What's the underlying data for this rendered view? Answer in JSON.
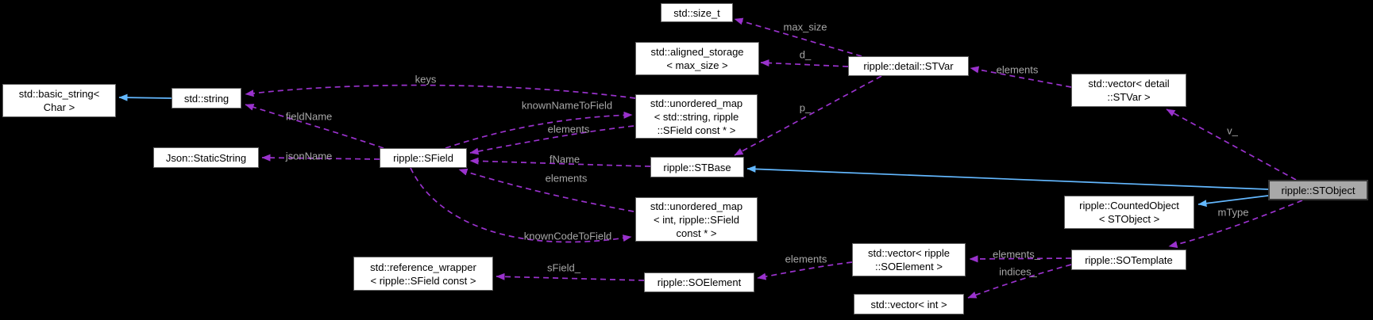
{
  "diagram": {
    "type": "doxygen-collaboration-graph",
    "main_class": "ripple::STObject",
    "colors": {
      "background": "#000000",
      "node_fill": "#ffffff",
      "node_border": "#606060",
      "node_text": "#000000",
      "main_node_fill": "#a8a8a8",
      "main_node_border": "#383838",
      "usage_edge": "#9a32cd",
      "inheritance_edge": "#63b8ff",
      "edge_label_color": "#a7a7a7"
    },
    "nodes": {
      "size_t": {
        "label": "std::size_t"
      },
      "aligned_storage": {
        "label": "std::aligned_storage\n< max_size >"
      },
      "stvar": {
        "label": "ripple::detail::STVar"
      },
      "vector_stvar": {
        "label": "std::vector< detail\n::STVar >"
      },
      "basic_string": {
        "label": "std::basic_string<\nChar >"
      },
      "string": {
        "label": "std::string"
      },
      "map_string": {
        "label": "std::unordered_map\n< std::string, ripple\n::SField const * >"
      },
      "static_string": {
        "label": "Json::StaticString"
      },
      "sfield": {
        "label": "ripple::SField"
      },
      "stbase": {
        "label": "ripple::STBase"
      },
      "stobject": {
        "label": "ripple::STObject"
      },
      "counted_object": {
        "label": "ripple::CountedObject\n< STObject >"
      },
      "map_int": {
        "label": "std::unordered_map\n< int, ripple::SField\nconst * >"
      },
      "sotemplate": {
        "label": "ripple::SOTemplate"
      },
      "vector_soelement": {
        "label": "std::vector< ripple\n::SOElement >"
      },
      "soelement": {
        "label": "ripple::SOElement"
      },
      "ref_wrapper": {
        "label": "std::reference_wrapper\n< ripple::SField const >"
      },
      "vector_int": {
        "label": "std::vector< int >"
      }
    },
    "edge_labels": {
      "max_size": "max_size",
      "d": "d_",
      "elements_stvar": "elements",
      "v": "v_",
      "p": "p_",
      "keys": "keys",
      "known_name_to_field": "knownNameToField",
      "elements_map_string": "elements",
      "field_name": "fieldName",
      "json_name": "jsonName",
      "f_name": "fName",
      "elements_map_int": "elements",
      "known_code_to_field": "knownCodeToField",
      "s_field": "sField_",
      "elements_vector_soelement": "elements",
      "elements_sotemplate": "elements_",
      "indices": "indices_",
      "m_type": "mType"
    }
  }
}
